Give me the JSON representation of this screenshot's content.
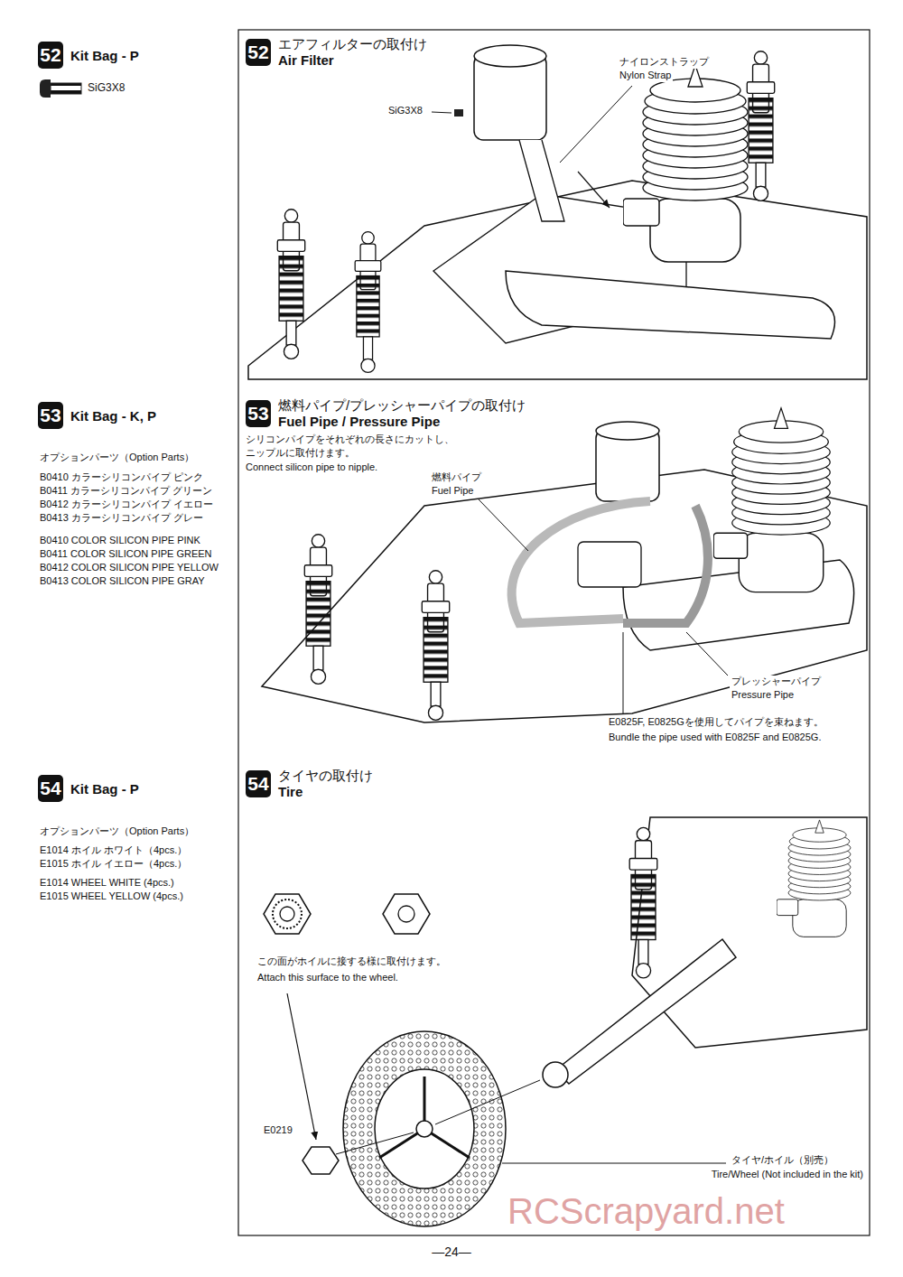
{
  "diagram": {
    "nodes": [
      {
        "text": [
          "52",
          "Kit Bag - P"
        ]
      },
      {
        "text": [
          "52",
          "エアフィルターの取付け",
          "Air Filter"
        ]
      },
      {
        "text": [
          "53",
          "Kit Bag - K, P"
        ]
      },
      {
        "text": [
          "53",
          "燃料パイプ/プレッシャーパイプの取付け",
          "Fuel Pipe / Pressure Pipe"
        ]
      },
      {
        "text": [
          "54",
          "Kit Bag - P"
        ]
      },
      {
        "text": [
          "54",
          "タイヤの取付け",
          "Tire"
        ]
      }
    ],
    "labels": [
      "SiG3X8",
      "オプションパーツ（Option Parts）",
      "B0410 カラーシリコンパイプ ピンク",
      "B0411 カラーシリコンパイプ グリーン",
      "B0412 カラーシリコンパイプ イエロー",
      "B0413 カラーシリコンパイプ グレー",
      "B0410 COLOR SILICON PIPE PINK",
      "B0411 COLOR SILICON PIPE GREEN",
      "B0412 COLOR SILICON PIPE YELLOW",
      "B0413 COLOR SILICON PIPE GRAY",
      "オプションパーツ（Option Parts）",
      "E1014 ホイル ホワイト（4pcs.）",
      "E1015 ホイル イエロー（4pcs.）",
      "E1014 WHEEL WHITE (4pcs.)",
      "E1015 WHEEL YELLOW (4pcs.)",
      "ナイロンストラップ",
      "Nylon Strap",
      "SiG3X8",
      "シリコンパイプをそれぞれの長さにカットし、",
      "ニップルに取付けます。",
      "Connect silicon pipe to nipple.",
      "燃料パイプ",
      "Fuel Pipe",
      "プレッシャーパイプ",
      "Pressure Pipe",
      "E0825F, E0825Gを使用してパイプを束ねます。",
      "Bundle the pipe used with E0825F and E0825G.",
      "この面がホイルに接する様に取付けます。",
      "Attach this surface to the wheel.",
      "E0219",
      "タイヤ/ホイル（別売）",
      "Tire/Wheel (Not included in the kit)",
      "RCScrapyard.net",
      "—24—"
    ]
  }
}
